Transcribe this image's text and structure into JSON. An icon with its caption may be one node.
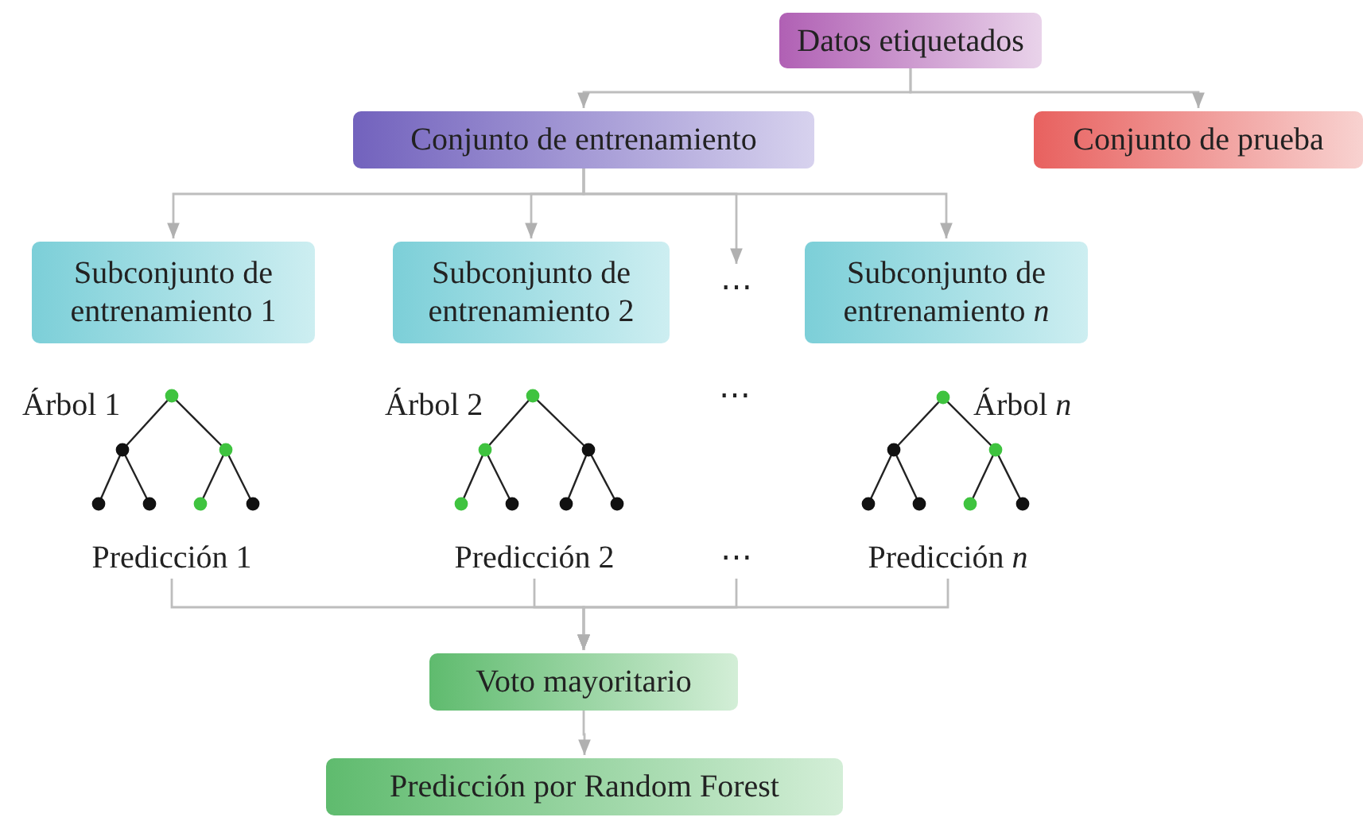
{
  "diagram": {
    "nodes": [
      {
        "text": [
          "Datos etiquetados"
        ]
      },
      {
        "text": [
          "Conjunto de entrenamiento"
        ]
      },
      {
        "text": [
          "Conjunto de prueba"
        ]
      },
      {
        "text": [
          "Subconjunto de entrenamiento 1"
        ]
      },
      {
        "text": [
          "Subconjunto de entrenamiento 2"
        ]
      },
      {
        "text": [
          "⋯"
        ]
      },
      {
        "text": [
          "Subconjunto de entrenamiento *n*"
        ]
      },
      {
        "text": [
          "Predicción 1"
        ]
      },
      {
        "text": [
          "Predicción 2"
        ]
      },
      {
        "text": [
          "⋯"
        ]
      },
      {
        "text": [
          "Predicción *n*"
        ]
      },
      {
        "text": [
          "Voto mayoritario"
        ]
      },
      {
        "text": [
          "Predicción por Random Forest"
        ]
      }
    ],
    "edges": [
      {
        "from": 0,
        "to": 1,
        "arrow": "to"
      },
      {
        "from": 0,
        "to": 2,
        "arrow": "to"
      },
      {
        "from": 1,
        "to": 3,
        "arrow": "to"
      },
      {
        "from": 1,
        "to": 4,
        "arrow": "to"
      },
      {
        "from": 1,
        "to": 5,
        "arrow": "to"
      },
      {
        "from": 1,
        "to": 6,
        "arrow": "to"
      },
      {
        "from": 7,
        "to": 11,
        "arrow": "to"
      },
      {
        "from": 8,
        "to": 11,
        "arrow": "to"
      },
      {
        "from": 9,
        "to": 11,
        "arrow": "to"
      },
      {
        "from": 10,
        "to": 11,
        "arrow": "to"
      },
      {
        "from": 11,
        "to": 12,
        "arrow": "to"
      }
    ],
    "labels": [
      "Árbol 1",
      "Árbol 2",
      "⋯",
      "Árbol *n*"
    ]
  }
}
